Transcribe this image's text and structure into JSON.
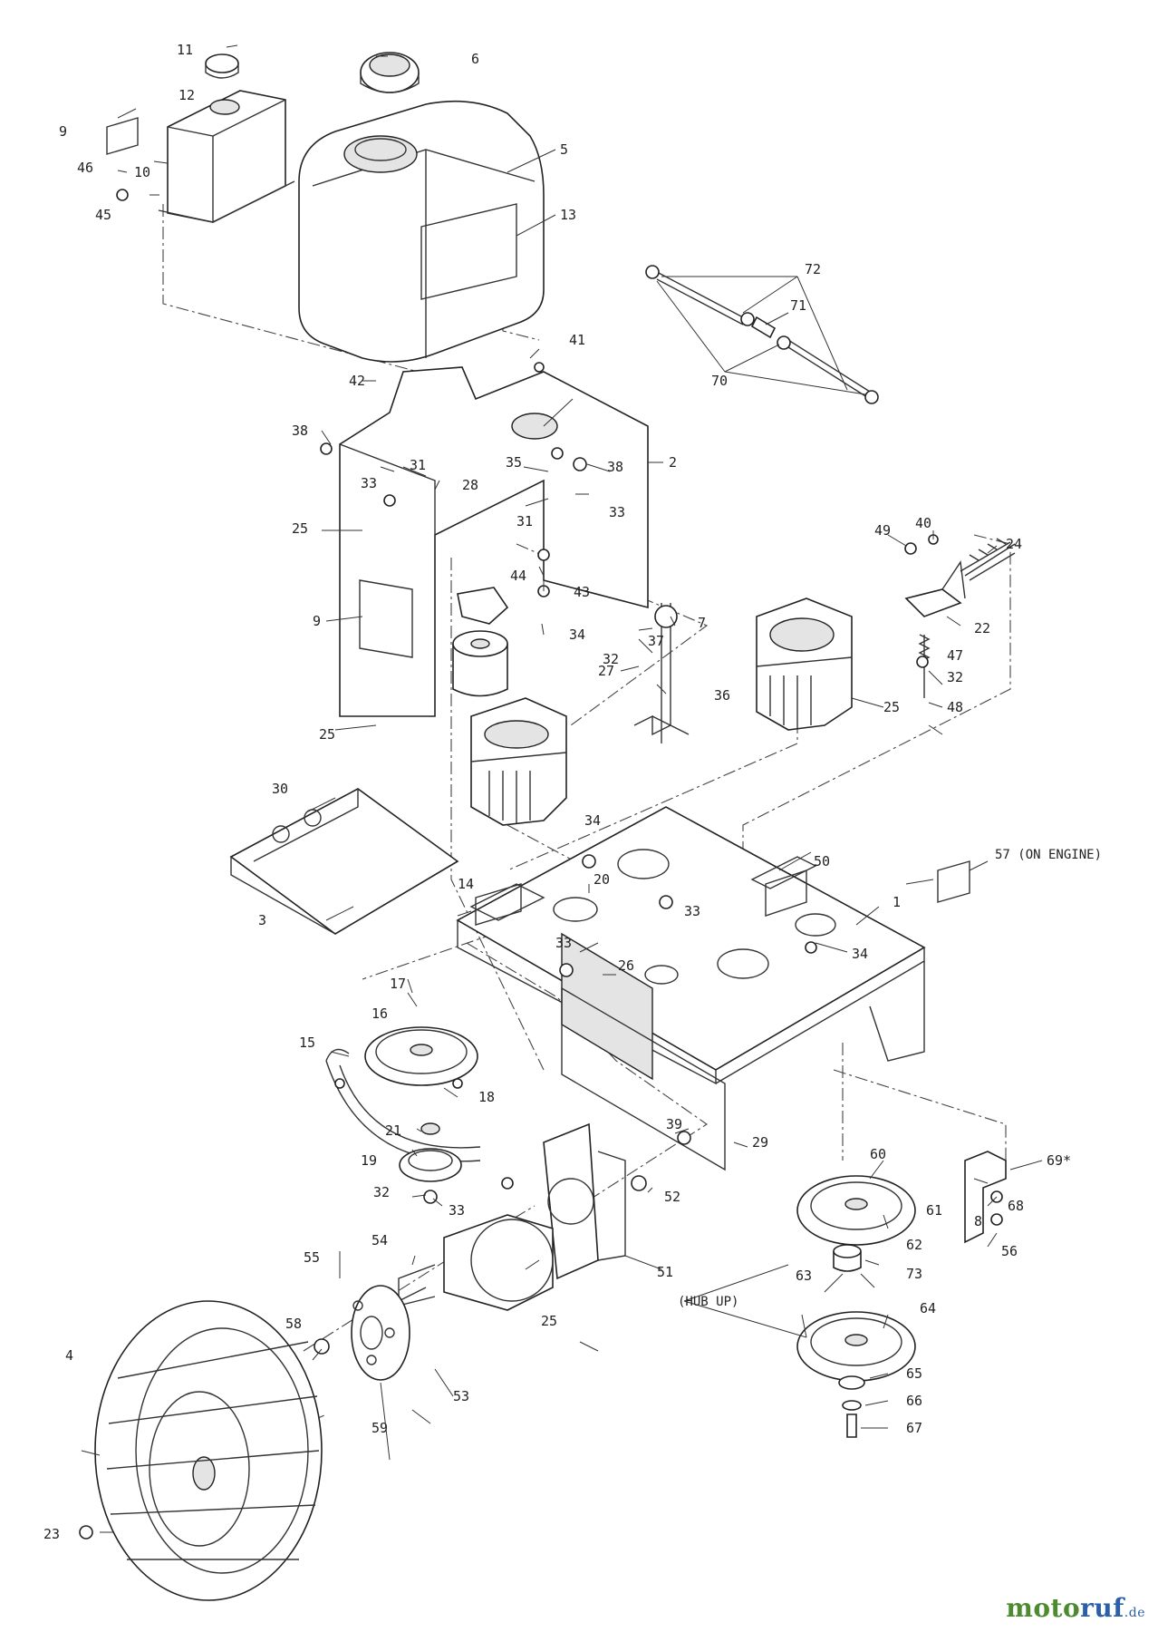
{
  "callouts": [
    {
      "id": "l1",
      "text": "1"
    },
    {
      "id": "l2",
      "text": "2"
    },
    {
      "id": "l3",
      "text": "3"
    },
    {
      "id": "l4",
      "text": "4"
    },
    {
      "id": "l5",
      "text": "5"
    },
    {
      "id": "l6",
      "text": "6"
    },
    {
      "id": "l7",
      "text": "7"
    },
    {
      "id": "l8",
      "text": "8"
    },
    {
      "id": "l9a",
      "text": "9"
    },
    {
      "id": "l9b",
      "text": "9"
    },
    {
      "id": "l10",
      "text": "10"
    },
    {
      "id": "l11",
      "text": "11"
    },
    {
      "id": "l12",
      "text": "12"
    },
    {
      "id": "l13",
      "text": "13"
    },
    {
      "id": "l14",
      "text": "14"
    },
    {
      "id": "l15",
      "text": "15"
    },
    {
      "id": "l16",
      "text": "16"
    },
    {
      "id": "l17",
      "text": "17"
    },
    {
      "id": "l18",
      "text": "18"
    },
    {
      "id": "l19",
      "text": "19"
    },
    {
      "id": "l20",
      "text": "20"
    },
    {
      "id": "l21",
      "text": "21"
    },
    {
      "id": "l22",
      "text": "22"
    },
    {
      "id": "l23",
      "text": "23"
    },
    {
      "id": "l24",
      "text": "24"
    },
    {
      "id": "l25a",
      "text": "25"
    },
    {
      "id": "l25b",
      "text": "25"
    },
    {
      "id": "l25c",
      "text": "25"
    },
    {
      "id": "l25d",
      "text": "25"
    },
    {
      "id": "l26",
      "text": "26"
    },
    {
      "id": "l27",
      "text": "27"
    },
    {
      "id": "l28",
      "text": "28"
    },
    {
      "id": "l29",
      "text": "29"
    },
    {
      "id": "l30",
      "text": "30"
    },
    {
      "id": "l31a",
      "text": "31"
    },
    {
      "id": "l31b",
      "text": "31"
    },
    {
      "id": "l32a",
      "text": "32"
    },
    {
      "id": "l32b",
      "text": "32"
    },
    {
      "id": "l32c",
      "text": "32"
    },
    {
      "id": "l33a",
      "text": "33"
    },
    {
      "id": "l33b",
      "text": "33"
    },
    {
      "id": "l33c",
      "text": "33"
    },
    {
      "id": "l33d",
      "text": "33"
    },
    {
      "id": "l33e",
      "text": "33"
    },
    {
      "id": "l34a",
      "text": "34"
    },
    {
      "id": "l34b",
      "text": "34"
    },
    {
      "id": "l34c",
      "text": "34"
    },
    {
      "id": "l35",
      "text": "35"
    },
    {
      "id": "l36",
      "text": "36"
    },
    {
      "id": "l37",
      "text": "37"
    },
    {
      "id": "l38a",
      "text": "38"
    },
    {
      "id": "l38b",
      "text": "38"
    },
    {
      "id": "l39",
      "text": "39"
    },
    {
      "id": "l40",
      "text": "40"
    },
    {
      "id": "l41",
      "text": "41"
    },
    {
      "id": "l42",
      "text": "42"
    },
    {
      "id": "l43",
      "text": "43"
    },
    {
      "id": "l44",
      "text": "44"
    },
    {
      "id": "l45",
      "text": "45"
    },
    {
      "id": "l46",
      "text": "46"
    },
    {
      "id": "l47",
      "text": "47"
    },
    {
      "id": "l48",
      "text": "48"
    },
    {
      "id": "l49",
      "text": "49"
    },
    {
      "id": "l50",
      "text": "50"
    },
    {
      "id": "l51",
      "text": "51"
    },
    {
      "id": "l52",
      "text": "52"
    },
    {
      "id": "l53",
      "text": "53"
    },
    {
      "id": "l54",
      "text": "54"
    },
    {
      "id": "l55",
      "text": "55"
    },
    {
      "id": "l56",
      "text": "56"
    },
    {
      "id": "l57",
      "text": "57 (ON ENGINE)"
    },
    {
      "id": "l58",
      "text": "58"
    },
    {
      "id": "l59",
      "text": "59"
    },
    {
      "id": "l60",
      "text": "60"
    },
    {
      "id": "l61",
      "text": "61"
    },
    {
      "id": "l62",
      "text": "62"
    },
    {
      "id": "l63",
      "text": "63"
    },
    {
      "id": "l64",
      "text": "64"
    },
    {
      "id": "l65",
      "text": "65"
    },
    {
      "id": "l66",
      "text": "66"
    },
    {
      "id": "l67",
      "text": "67"
    },
    {
      "id": "l68",
      "text": "68"
    },
    {
      "id": "l69",
      "text": "69*"
    },
    {
      "id": "l70",
      "text": "70"
    },
    {
      "id": "l71",
      "text": "71"
    },
    {
      "id": "l72",
      "text": "72"
    },
    {
      "id": "l73",
      "text": "73"
    },
    {
      "id": "lhub",
      "text": "(HUB UP)"
    }
  ],
  "watermark": {
    "part1": "moto",
    "part2": "ruf",
    "part3": ".de"
  }
}
